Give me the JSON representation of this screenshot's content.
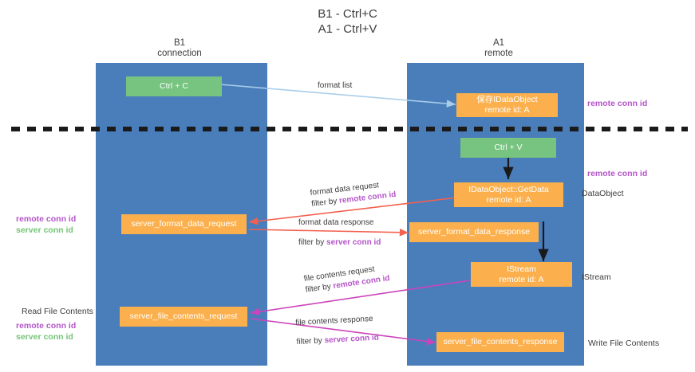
{
  "title": {
    "line1": "B1 - Ctrl+C",
    "line2": "A1 - Ctrl+V"
  },
  "columns": [
    {
      "name": "B1",
      "sub": "connection"
    },
    {
      "name": "A1",
      "sub": "remote"
    }
  ],
  "boxes": {
    "ctrl_c": "Ctrl + C",
    "ctrl_v": "Ctrl + V",
    "idataobject_title": "保存IDataObject",
    "idataobject_sub": "remote id: A",
    "getdata_title": "IDataObject::GetData",
    "getdata_sub": "remote id: A",
    "istream_title": "IStream",
    "istream_sub": "remote id: A",
    "server_format_data_request": "server_format_data_request",
    "server_format_data_response": "server_format_data_response",
    "server_file_contents_request": "server_file_contents_request",
    "server_file_contents_response": "server_file_contents_response"
  },
  "arrow_labels": {
    "format_list": "format list",
    "format_data_request": "format data request",
    "format_data_request_filter_prefix": "filter by ",
    "format_data_request_filter_key": "remote conn id",
    "format_data_response": "format data response",
    "format_data_response_filter_prefix": "filter by ",
    "format_data_response_filter_key": "server conn id",
    "file_contents_request": "file contents request",
    "file_contents_request_filter_prefix": "filter by ",
    "file_contents_request_filter_key": "remote conn id",
    "file_contents_response": "file contents response",
    "file_contents_response_filter_prefix": "filter by ",
    "file_contents_response_filter_key": "server conn id"
  },
  "annotations": {
    "right_remote_conn_id_top": "remote conn id",
    "right_remote_conn_id_mid": "remote conn id",
    "right_dataobject": "DataObject",
    "right_istream": "IStream",
    "right_write_file_contents": "Write File Contents",
    "left_remote_conn_id": "remote conn id",
    "left_server_conn_id": "server conn id",
    "left_read_file_contents": "Read File Contents",
    "left_remote_conn_id_2": "remote conn id",
    "left_server_conn_id_2": "server conn id"
  },
  "colors": {
    "lane": "#4a7ebb",
    "green_box": "#76c47f",
    "orange_box": "#fbb04d",
    "purple_text": "#b455c8",
    "green_text": "#74c476",
    "red_arrow": "#f4604f",
    "magenta_arrow": "#cc44bb",
    "lightblue_arrow": "#a8cdea",
    "divider": "#1a1a1a"
  }
}
